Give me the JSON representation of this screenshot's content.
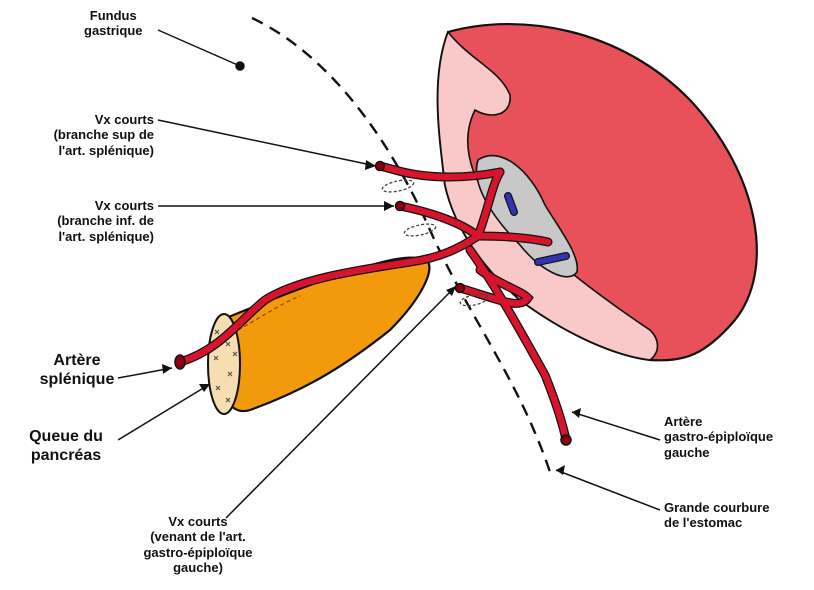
{
  "labels": {
    "fundus": [
      "Fundus",
      "gastrique"
    ],
    "vx_courts_sup": [
      "Vx courts",
      "(branche sup de",
      "l'art. splénique)"
    ],
    "vx_courts_inf": [
      "Vx courts",
      "(branche inf. de",
      "l'art. splénique)"
    ],
    "artere_splenique": [
      "Artère",
      "splénique"
    ],
    "queue_pancreas": [
      "Queue du",
      "pancréas"
    ],
    "vx_courts_gastro": [
      "Vx courts",
      "(venant de l'art.",
      "gastro-épiploïque",
      "gauche)"
    ],
    "artere_gastro": [
      "Artère",
      "gastro-épiploïque",
      "gauche"
    ],
    "grande_courbure": [
      "Grande courbure",
      "de l'estomac"
    ]
  },
  "colors": {
    "spleen_outer": "#e8505a",
    "spleen_inner": "#f9c8c8",
    "hilum": "#c8c8c8",
    "artery": "#d8142c",
    "vein": "#3232b4",
    "pancreas": "#f39a0c",
    "pancreas_cut": "#f6deb0",
    "outline": "#111111"
  }
}
